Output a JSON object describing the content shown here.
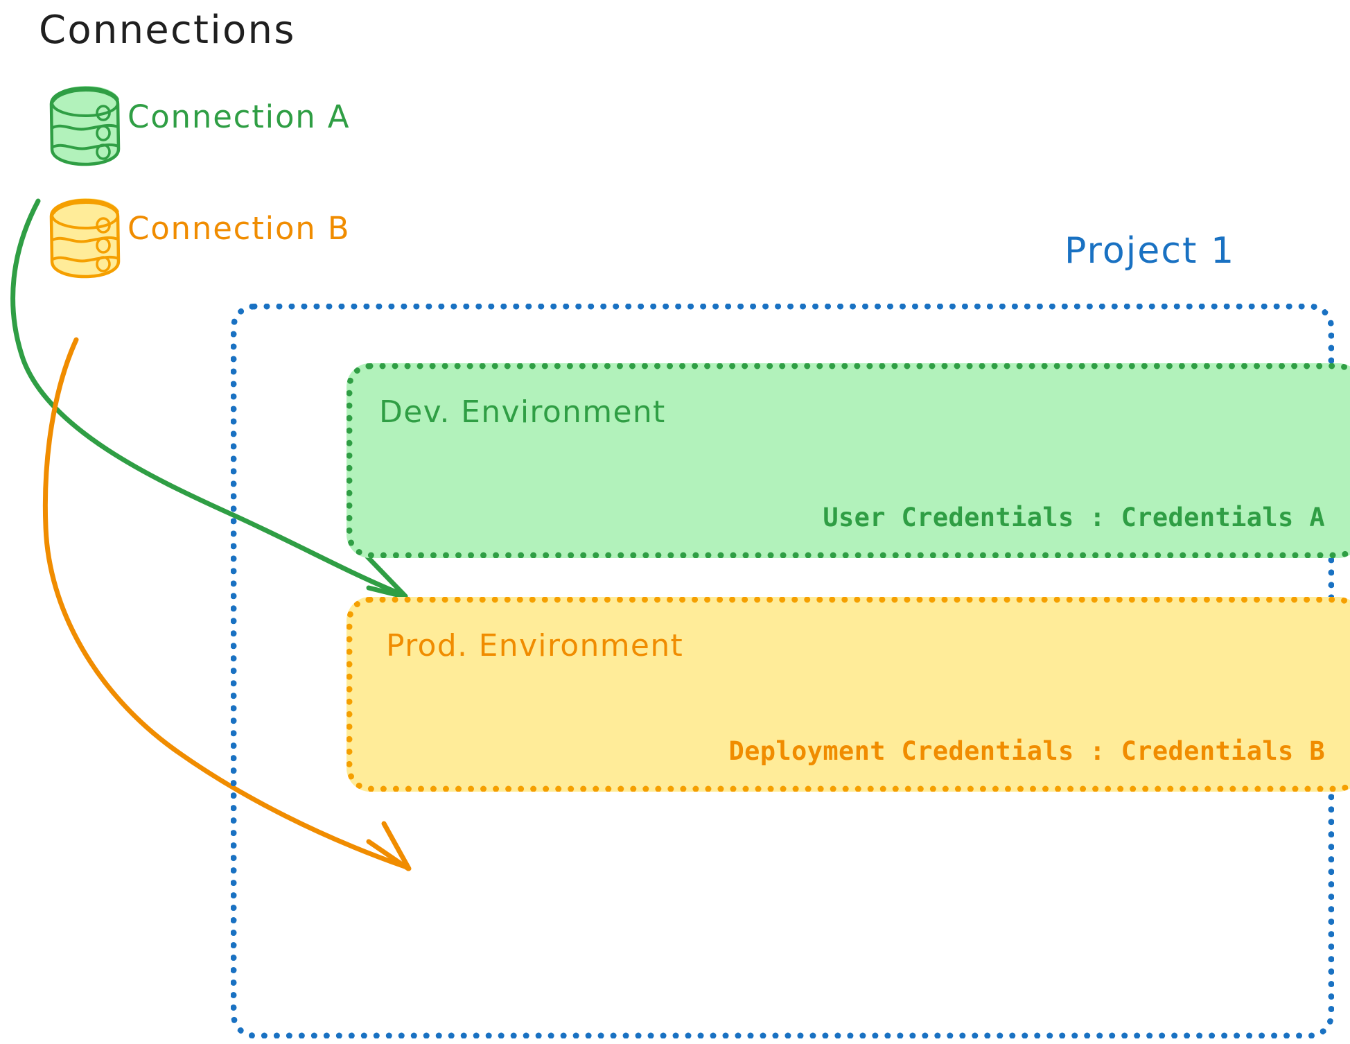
{
  "diagram": {
    "title": "Connections",
    "background_color": "#ffffff"
  },
  "connections": {
    "heading": "Connections",
    "items": [
      {
        "label": "Connection A",
        "icon": "database-cylinder-icon",
        "stroke_color": "#2f9e44",
        "fill_color": "#b2f2bb",
        "target": "Dev. Environment"
      },
      {
        "label": "Connection B",
        "icon": "database-cylinder-icon",
        "stroke_color": "#f59f00",
        "fill_color": "#ffec99",
        "target": "Prod. Environment"
      }
    ]
  },
  "project": {
    "title": "Project 1",
    "border_color": "#1971c2",
    "environments": [
      {
        "name": "Dev. Environment",
        "credentials_label": "User Credentials : Credentials A",
        "border_color": "#2f9e44",
        "fill_color": "#b2f2bb",
        "text_color": "#2f9e44"
      },
      {
        "name": "Prod. Environment",
        "credentials_label": "Deployment Credentials : Credentials B",
        "border_color": "#f08c00",
        "fill_color": "#ffec99",
        "text_color": "#f08c00"
      }
    ]
  },
  "arrows": [
    {
      "name": "connection-a-to-dev-arrow",
      "color": "#2f9e44"
    },
    {
      "name": "connection-b-to-prod-arrow",
      "color": "#f08c00"
    }
  ],
  "palette": {
    "green_stroke": "#2f9e44",
    "green_fill": "#b2f2bb",
    "orange_stroke": "#f59f00",
    "orange_text": "#f08c00",
    "orange_fill": "#ffec99",
    "blue": "#1971c2",
    "black": "#1f1f1f"
  }
}
